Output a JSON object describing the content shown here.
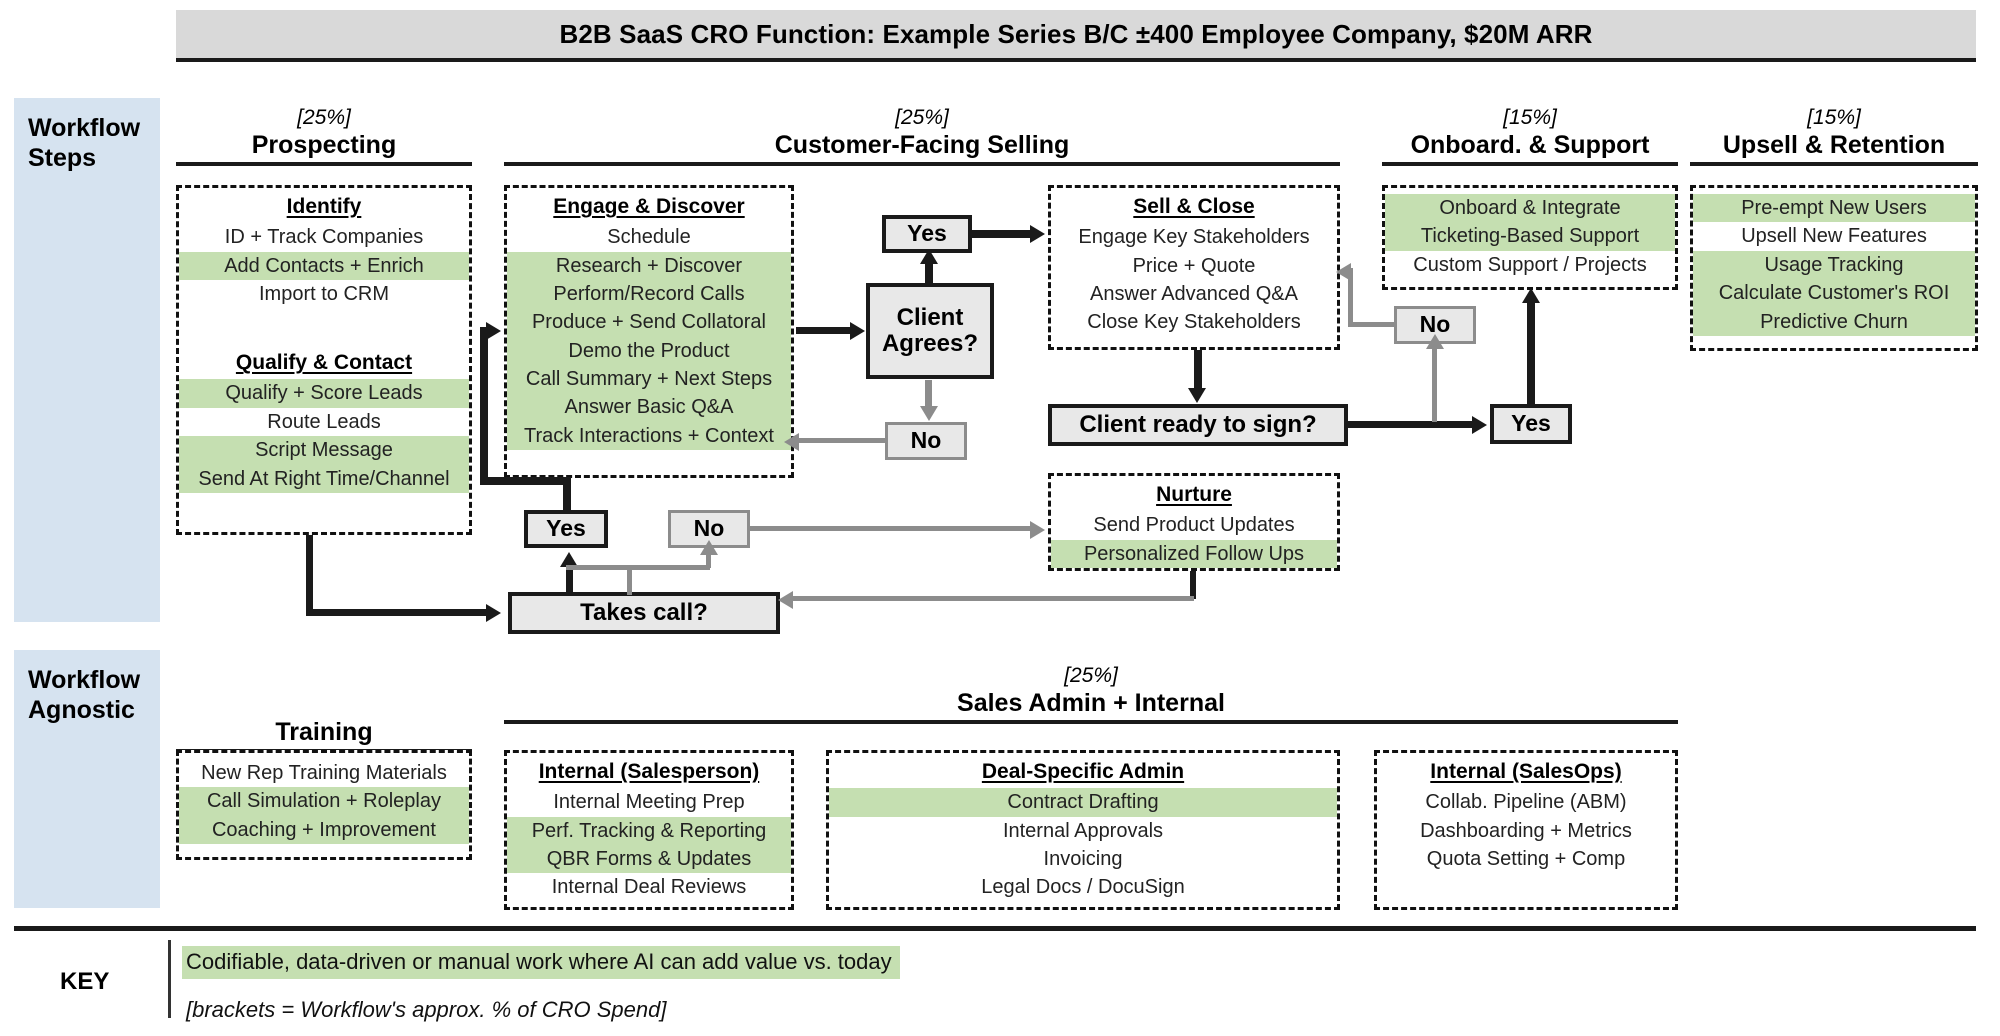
{
  "title": "B2B SaaS CRO Function: Example Series B/C ±400 Employee Company, $20M ARR",
  "bands": {
    "steps": "Workflow\nSteps",
    "agnostic": "Workflow\nAgnostic"
  },
  "colors": {
    "highlight_green": "#c5dfb1",
    "band_blue": "#d6e3f0",
    "banner_grey": "#d9d9d9",
    "flow_grey": "#e8e8e8"
  },
  "columns": [
    {
      "pct": "[25%]",
      "name": "Prospecting"
    },
    {
      "pct": "[25%]",
      "name": "Customer-Facing Selling"
    },
    {
      "pct": "[15%]",
      "name": "Onboard. & Support"
    },
    {
      "pct": "[15%]",
      "name": "Upsell & Retention"
    },
    {
      "pct": "",
      "name": "Training"
    },
    {
      "pct": "[25%]",
      "name": "Sales Admin + Internal"
    }
  ],
  "boxes": {
    "prospecting": {
      "groups": [
        {
          "title": "Identify",
          "rows": [
            {
              "label": "ID + Track Companies",
              "highlight": false
            },
            {
              "label": "Add Contacts + Enrich",
              "highlight": true
            },
            {
              "label": "Import to CRM",
              "highlight": false
            }
          ]
        },
        {
          "title": "Qualify & Contact",
          "rows": [
            {
              "label": "Qualify + Score Leads",
              "highlight": true
            },
            {
              "label": "Route Leads",
              "highlight": false
            },
            {
              "label": "Script Message",
              "highlight": true
            },
            {
              "label": "Send At Right Time/Channel",
              "highlight": true
            }
          ]
        }
      ]
    },
    "engage_discover": {
      "title": "Engage & Discover",
      "rows": [
        {
          "label": "Schedule",
          "highlight": false
        },
        {
          "label": "Research + Discover",
          "highlight": true
        },
        {
          "label": "Perform/Record Calls",
          "highlight": true
        },
        {
          "label": "Produce + Send Collatoral",
          "highlight": true
        },
        {
          "label": "Demo the Product",
          "highlight": true
        },
        {
          "label": "Call Summary + Next Steps",
          "highlight": true
        },
        {
          "label": "Answer Basic Q&A",
          "highlight": true
        },
        {
          "label": "Track Interactions + Context",
          "highlight": true
        }
      ]
    },
    "sell_close": {
      "title": "Sell & Close",
      "rows": [
        {
          "label": "Engage Key Stakeholders",
          "highlight": false
        },
        {
          "label": "Price + Quote",
          "highlight": false
        },
        {
          "label": "Answer Advanced Q&A",
          "highlight": false
        },
        {
          "label": "Close Key Stakeholders",
          "highlight": false
        }
      ]
    },
    "nurture": {
      "title": "Nurture",
      "rows": [
        {
          "label": "Send Product Updates",
          "highlight": false
        },
        {
          "label": "Personalized Follow Ups",
          "highlight": true
        }
      ]
    },
    "onboard_support": {
      "title": "",
      "rows": [
        {
          "label": "Onboard & Integrate",
          "highlight": true
        },
        {
          "label": "Ticketing-Based Support",
          "highlight": true
        },
        {
          "label": "Custom Support / Projects",
          "highlight": false
        }
      ]
    },
    "upsell_retention": {
      "title": "",
      "rows": [
        {
          "label": "Pre-empt New Users",
          "highlight": true
        },
        {
          "label": "Upsell New Features",
          "highlight": false
        },
        {
          "label": "Usage Tracking",
          "highlight": true
        },
        {
          "label": "Calculate Customer's ROI",
          "highlight": true
        },
        {
          "label": "Predictive Churn",
          "highlight": true
        }
      ]
    },
    "training": {
      "title": "",
      "rows": [
        {
          "label": "New Rep Training Materials",
          "highlight": false
        },
        {
          "label": "Call Simulation + Roleplay",
          "highlight": true
        },
        {
          "label": "Coaching + Improvement",
          "highlight": true
        }
      ]
    },
    "internal_salesperson": {
      "title": "Internal (Salesperson)",
      "rows": [
        {
          "label": "Internal Meeting Prep",
          "highlight": false
        },
        {
          "label": "Perf. Tracking & Reporting",
          "highlight": true
        },
        {
          "label": "QBR Forms & Updates",
          "highlight": true
        },
        {
          "label": "Internal Deal Reviews",
          "highlight": false
        }
      ]
    },
    "deal_specific_admin": {
      "title": "Deal-Specific Admin",
      "rows": [
        {
          "label": "Contract Drafting",
          "highlight": true
        },
        {
          "label": "Internal Approvals",
          "highlight": false
        },
        {
          "label": "Invoicing",
          "highlight": false
        },
        {
          "label": "Legal Docs / DocuSign",
          "highlight": false
        }
      ]
    },
    "internal_salesops": {
      "title": "Internal (SalesOps)",
      "rows": [
        {
          "label": "Collab. Pipeline (ABM)",
          "highlight": false
        },
        {
          "label": "Dashboarding + Metrics",
          "highlight": false
        },
        {
          "label": "Quota Setting + Comp",
          "highlight": false
        }
      ]
    }
  },
  "flow": {
    "client_agrees": "Client\nAgrees?",
    "yes_agrees": "Yes",
    "no_agrees": "No",
    "client_ready_sign": "Client ready to sign?",
    "yes_sign": "Yes",
    "no_sign": "No",
    "takes_call": "Takes call?",
    "yes_call": "Yes",
    "no_call": "No"
  },
  "key": {
    "label": "KEY",
    "line1": "Codifiable, data-driven or manual work where AI can add value vs. today",
    "line2": "[brackets = Workflow's approx. % of CRO Spend]"
  }
}
